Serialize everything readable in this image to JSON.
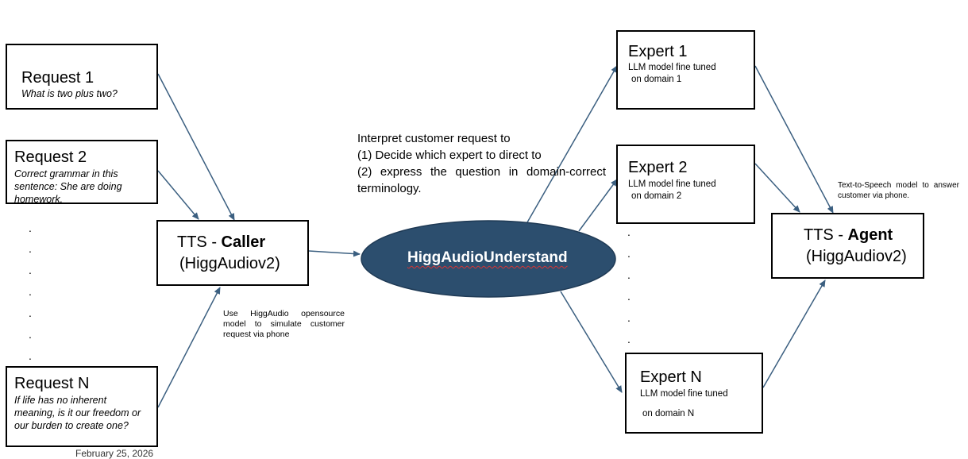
{
  "requests": [
    {
      "title": "Request 1",
      "text": "What is two plus two?"
    },
    {
      "title": "Request 2",
      "text": "Correct grammar in this sentence: She are doing homework."
    },
    {
      "title": "Request N",
      "text": "If life has no inherent meaning, is it our freedom or our burden to create one?"
    }
  ],
  "caller": {
    "prefix": "TTS - ",
    "bold": "Caller",
    "model": "(HiggAudiov2)"
  },
  "caller_note": "Use HiggAudio opensource model to simulate customer request via phone",
  "interpret": {
    "line1": "Interpret customer request to",
    "line2": "(1) Decide which expert to direct to",
    "line3": "(2) express the question in domain-correct terminology."
  },
  "understand": "HiggAudioUnderstand",
  "experts": [
    {
      "title": "Expert 1",
      "line1": "LLM model fine tuned",
      "line2": "on domain 1"
    },
    {
      "title": "Expert 2",
      "line1": "LLM model fine tuned",
      "line2": "on domain 2"
    },
    {
      "title": "Expert N",
      "line1": "LLM model fine tuned",
      "line2": "on domain N"
    }
  ],
  "agent": {
    "prefix": "TTS - ",
    "bold": "Agent",
    "model": "(HiggAudiov2)"
  },
  "agent_note": "Text-to-Speech model to answer customer via phone.",
  "footer": "February 25, 2026",
  "colors": {
    "ellipse_fill": "#2c4e6e",
    "arrow": "#3b5f80"
  }
}
